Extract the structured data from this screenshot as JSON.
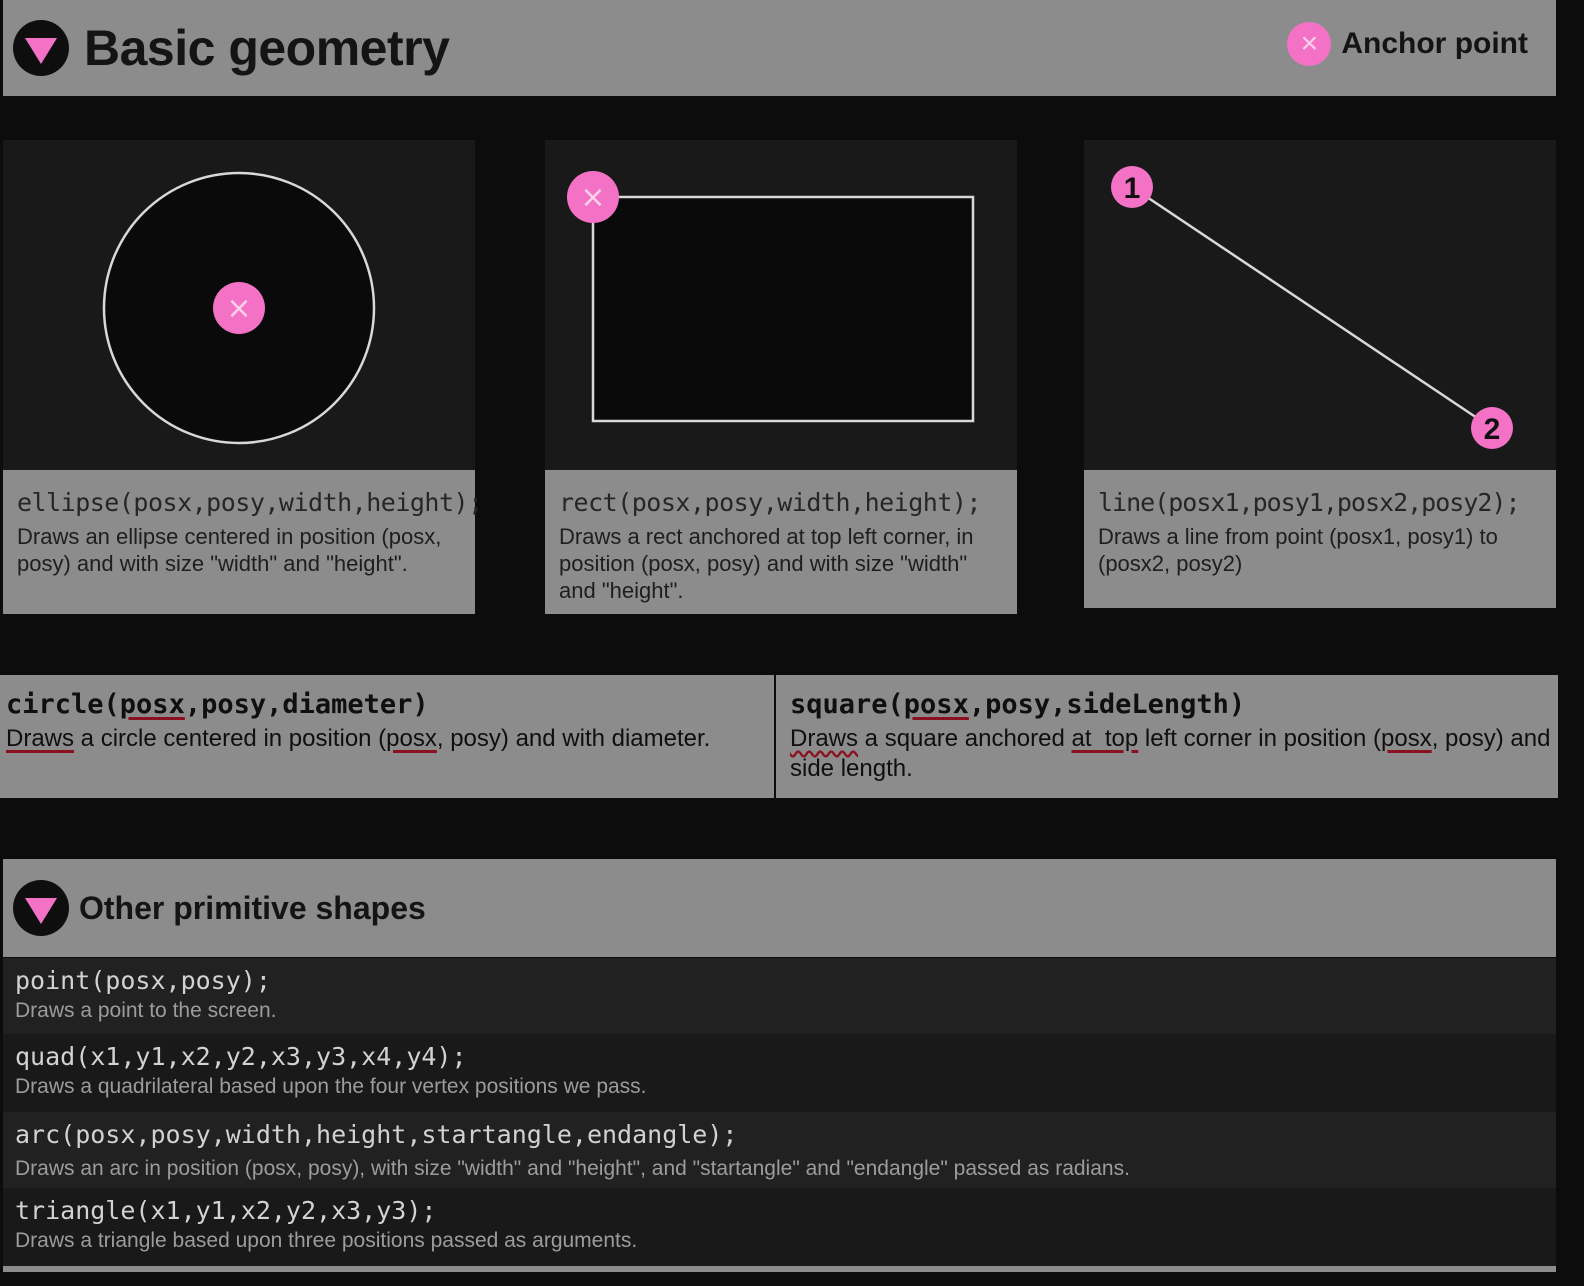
{
  "header": {
    "title": "Basic geometry",
    "legend_label": "Anchor point",
    "legend_glyph": "×"
  },
  "anchor_color": "#f472c6",
  "shapes": [
    {
      "code": "ellipse(posx,posy,width,height);",
      "desc": "Draws an ellipse centered in position (posx, posy) and with size \"width\" and \"height\"."
    },
    {
      "code": "rect(posx,posy,width,height);",
      "desc": "Draws a rect anchored at top left corner, in position (posx, posy) and with size \"width\" and \"height\"."
    },
    {
      "code": "line(posx1,posy1,posx2,posy2);",
      "desc": "Draws a line from point (posx1, posy1) to (posx2, posy2)",
      "point1": "1",
      "point2": "2"
    }
  ],
  "extra": {
    "circle": {
      "code_pre": "circle(",
      "code_mark": "posx",
      "code_post": ",posy,diameter)",
      "desc_mark1": "Draws",
      "desc_mid": " a circle centered in position (",
      "desc_mark2": "posx",
      "desc_post": ", posy) and with diameter."
    },
    "square": {
      "code_pre": "square(",
      "code_mark": "posx",
      "code_post": ",posy,sideLength)",
      "desc_mark1": "Draws",
      "desc_mid": " a square anchored ",
      "desc_mark2": "at  top",
      "desc_mid2": " left corner in position (",
      "desc_mark3": "posx",
      "desc_post": ", posy) and side length."
    }
  },
  "section2": {
    "title": "Other primitive shapes",
    "items": [
      {
        "code": "point(posx,posy);",
        "desc": "Draws a point to the screen."
      },
      {
        "code": "quad(x1,y1,x2,y2,x3,y3,x4,y4);",
        "desc": "Draws a quadrilateral based upon the four vertex positions we pass."
      },
      {
        "code": "arc(posx,posy,width,height,startangle,endangle);",
        "desc": "Draws an arc in position (posx, posy), with size \"width\" and \"height\", and \"startangle\" and \"endangle\" passed as radians."
      },
      {
        "code": "triangle(x1,y1,x2,y2,x3,y3);",
        "desc": "Draws a triangle based upon three positions passed as arguments."
      }
    ]
  }
}
